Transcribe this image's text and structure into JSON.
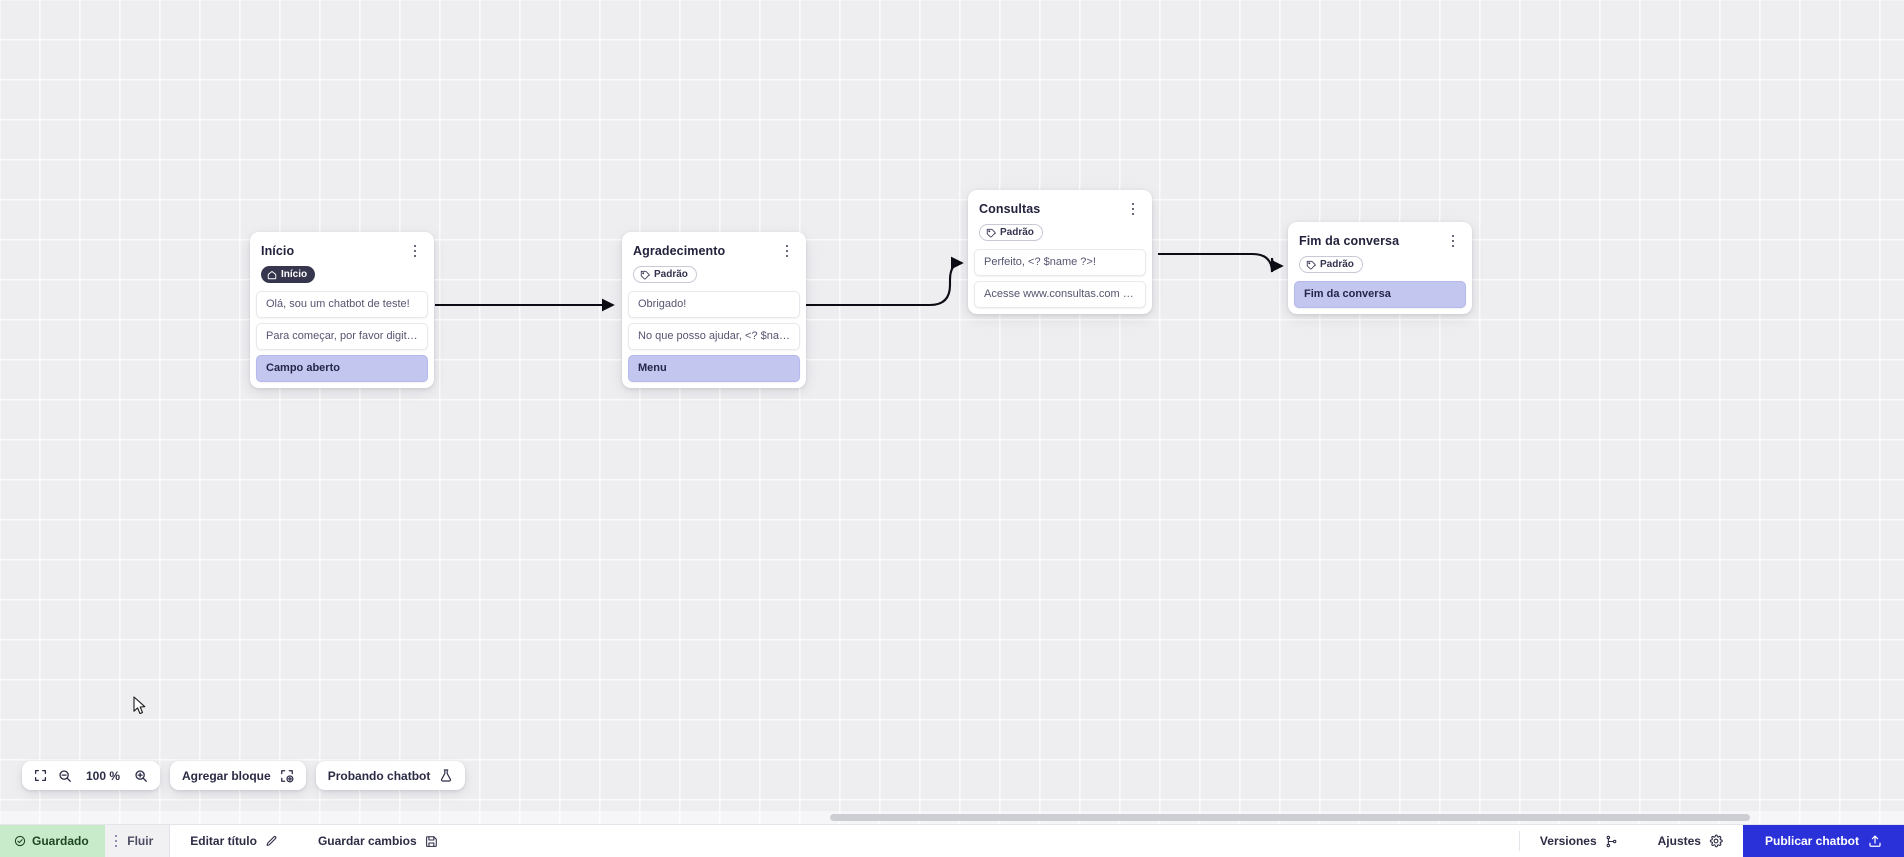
{
  "app": {
    "canvas_zoom": "100 %",
    "accent_color": "#2b31d8",
    "highlight_color": "#c3c6ef",
    "saved_chip_color": "#c8ecca",
    "badge_start_color": "#36364f"
  },
  "nodes": [
    {
      "id": "inicio",
      "title": "Início",
      "badge": {
        "label": "Início",
        "icon": "home-icon",
        "style": "start"
      },
      "messages": [
        {
          "text": "Olá, sou um chatbot de teste!",
          "type": "message"
        },
        {
          "text": "Para começar, por favor digite o ...",
          "type": "message"
        },
        {
          "text": "Campo aberto",
          "type": "action"
        }
      ]
    },
    {
      "id": "agradecimento",
      "title": "Agradecimento",
      "badge": {
        "label": "Padrão",
        "icon": "tag-icon",
        "style": "default"
      },
      "messages": [
        {
          "text": "Obrigado!",
          "type": "message"
        },
        {
          "text": "No que posso ajudar, <? $name ...",
          "type": "message"
        },
        {
          "text": "Menu",
          "type": "action"
        }
      ]
    },
    {
      "id": "consultas",
      "title": "Consultas",
      "badge": {
        "label": "Padrão",
        "icon": "tag-icon",
        "style": "default"
      },
      "messages": [
        {
          "text": "Perfeito, <? $name ?>!",
          "type": "message"
        },
        {
          "text": "Acesse www.consultas.com par...",
          "type": "message"
        }
      ]
    },
    {
      "id": "fim",
      "title": "Fim da conversa",
      "badge": {
        "label": "Padrão",
        "icon": "tag-icon",
        "style": "default"
      },
      "messages": [
        {
          "text": "Fim da conversa",
          "type": "action"
        }
      ]
    }
  ],
  "toolbar": {
    "fit_icon": "fit-screen-icon",
    "zoom_out_icon": "zoom-out-icon",
    "zoom_level": "100 %",
    "zoom_in_icon": "zoom-in-icon",
    "add_block_label": "Agregar bloque",
    "add_block_icon": "add-block-icon",
    "test_bot_label": "Probando chatbot",
    "test_bot_icon": "flask-icon"
  },
  "bottombar": {
    "saved_label": "Guardado",
    "saved_icon": "check-circle-icon",
    "flow_tab_label": "Fluir",
    "flow_tab_menu_icon": "kebab-icon",
    "edit_title_label": "Editar título",
    "edit_title_icon": "pencil-icon",
    "save_changes_label": "Guardar cambios",
    "save_changes_icon": "save-disk-icon",
    "versions_label": "Versiones",
    "versions_icon": "branch-icon",
    "settings_label": "Ajustes",
    "settings_icon": "gear-icon",
    "publish_label": "Publicar chatbot",
    "publish_icon": "upload-icon"
  }
}
